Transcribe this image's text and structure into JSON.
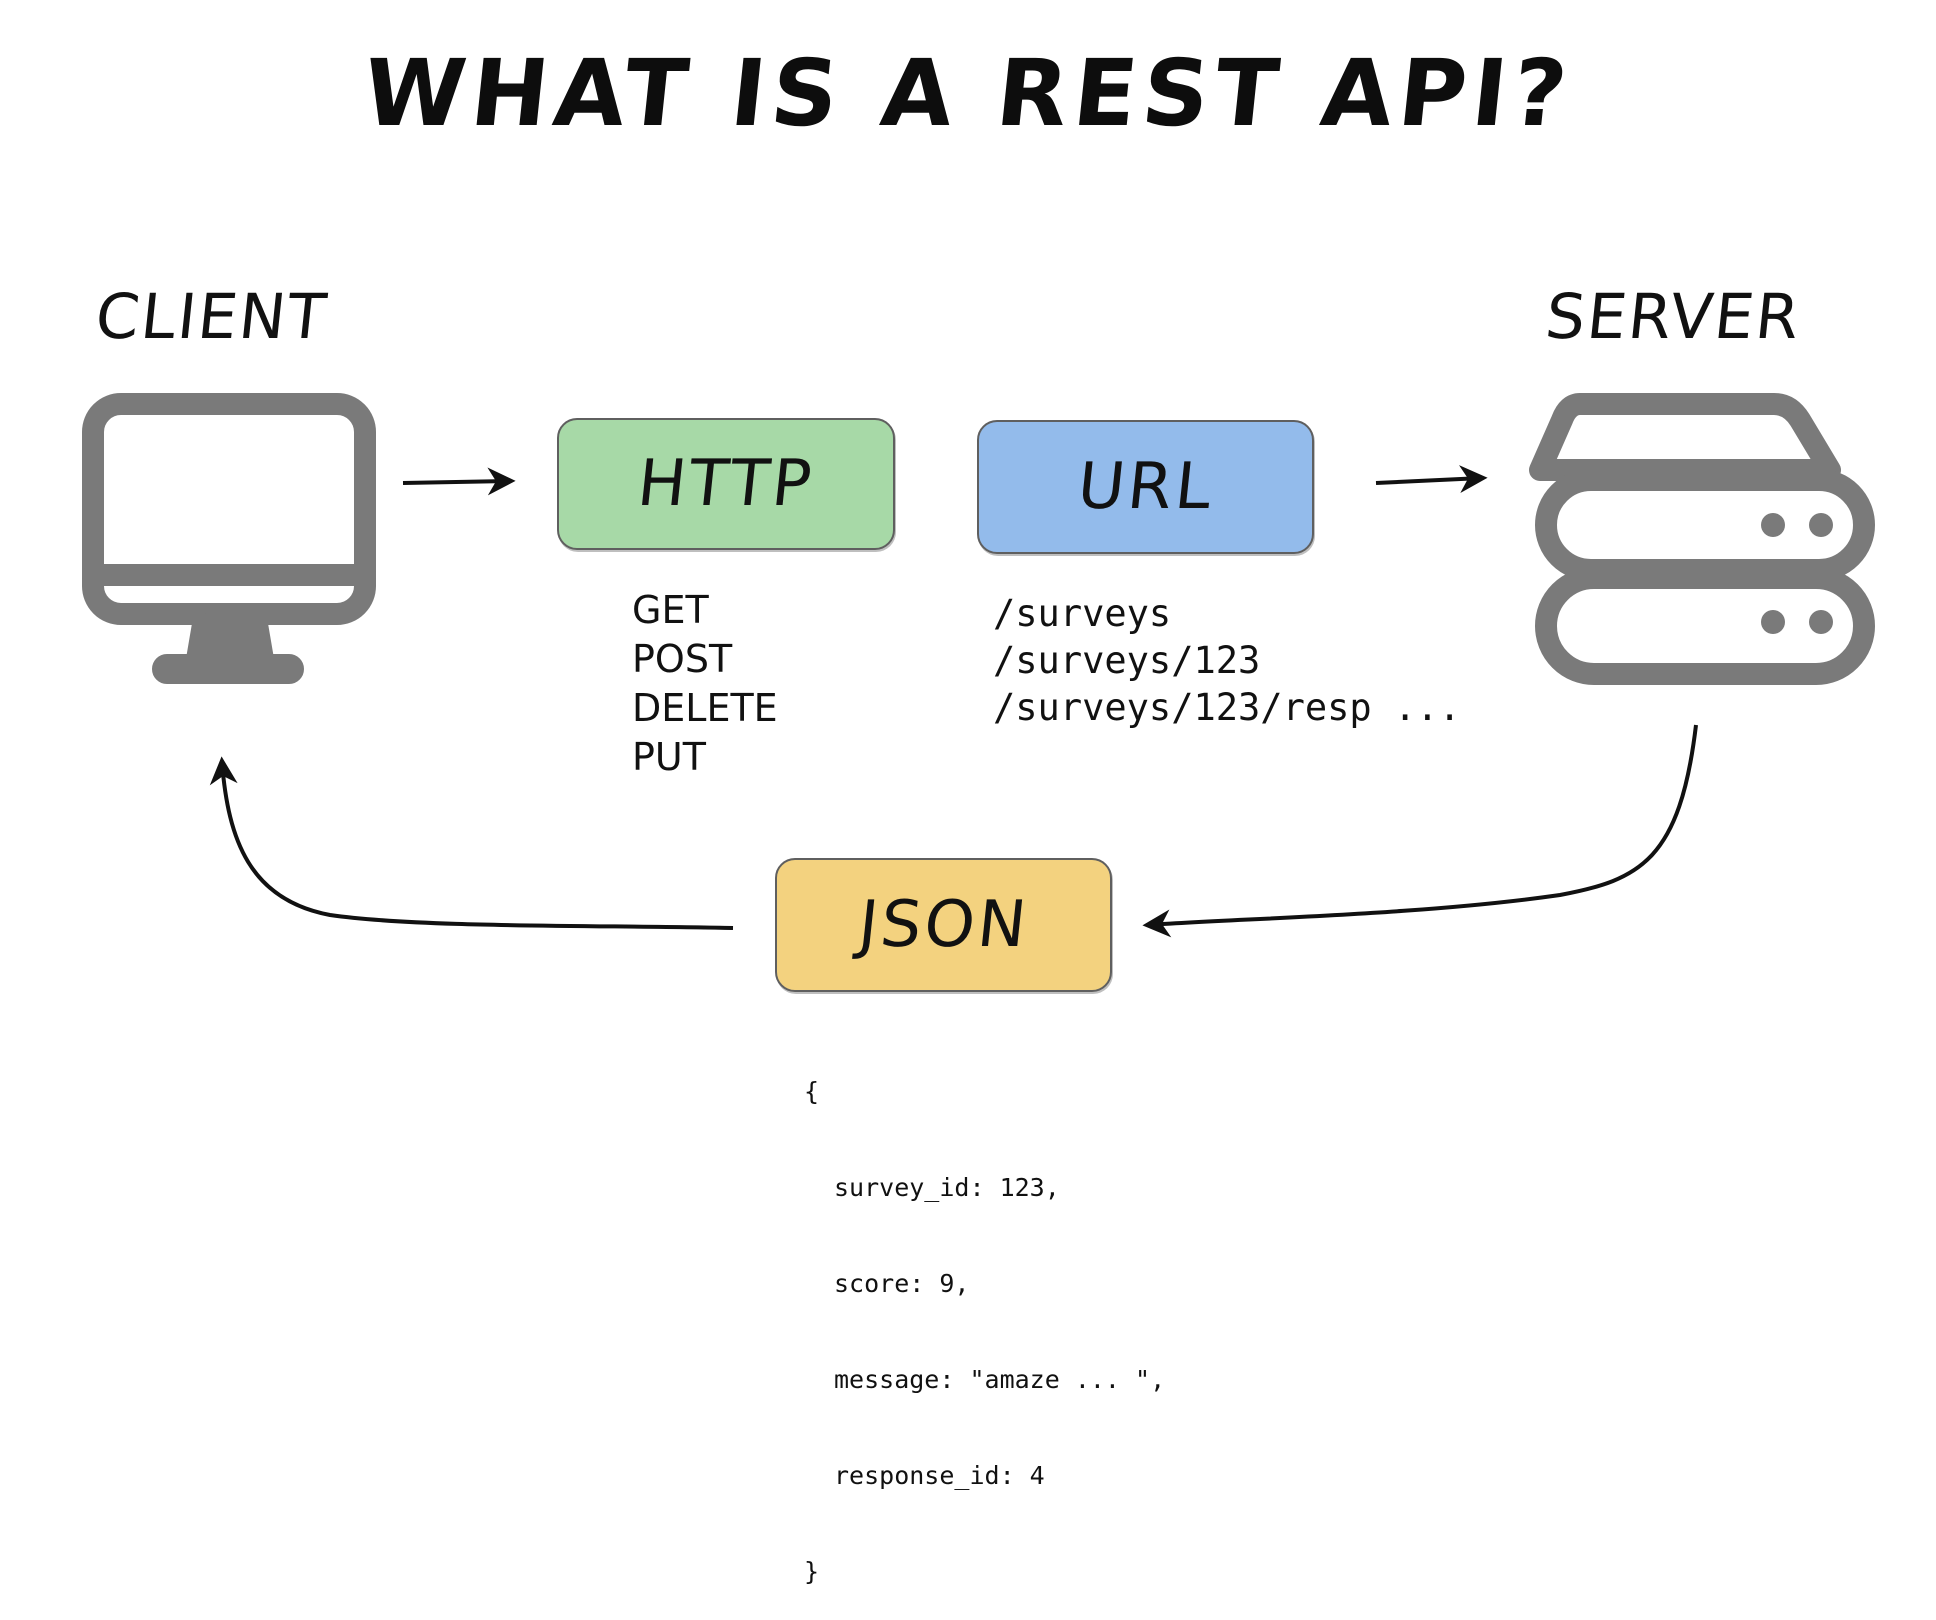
{
  "title": "WHAT IS A REST API?",
  "client": {
    "label": "CLIENT",
    "icon": "desktop-monitor-icon"
  },
  "server": {
    "label": "SERVER",
    "icon": "server-stack-icon"
  },
  "http": {
    "label": "HTTP",
    "color": "#a7d9a7",
    "methods": [
      "GET",
      "POST",
      "DELETE",
      "PUT"
    ]
  },
  "url": {
    "label": "URL",
    "color": "#93bbeb",
    "paths": [
      "/surveys",
      "/surveys/123",
      "/surveys/123/resp ..."
    ]
  },
  "json": {
    "label": "JSON",
    "color": "#f3d27f",
    "open_brace": "{",
    "lines": [
      "survey_id: 123,",
      "score: 9,",
      "message: \"amaze ... \",",
      "response_id: 4"
    ],
    "close_brace": "}"
  },
  "colors": {
    "icon_gray": "#7a7a7a",
    "arrow": "#111111"
  }
}
